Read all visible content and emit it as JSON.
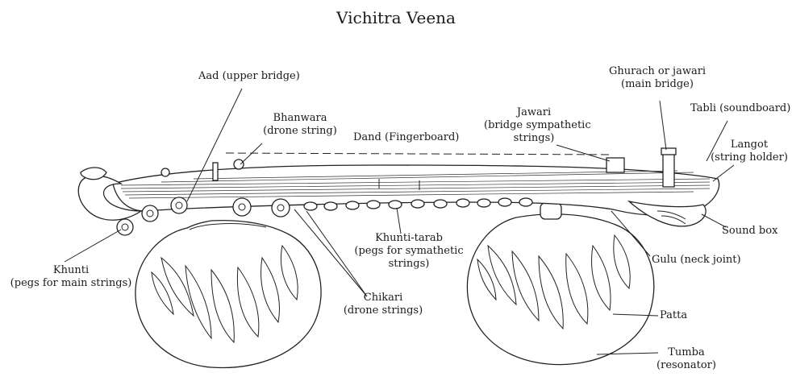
{
  "title": "Vichitra Veena",
  "labels": {
    "aad": "Aad (upper bridge)",
    "bhanwara_1": "Bhanwara",
    "bhanwara_2": "(drone string)",
    "dand": "Dand (Fingerboard)",
    "jawari_1": "Jawari",
    "jawari_2": "(bridge sympathetic",
    "jawari_3": "strings)",
    "ghurach_1": "Ghurach or jawari",
    "ghurach_2": "(main bridge)",
    "tabli": "Tabli (soundboard)",
    "langot_1": "Langot",
    "langot_2": "(string holder)",
    "soundbox": "Sound box",
    "gulu": "Gulu (neck joint)",
    "khunti_tarab_1": "Khunti-tarab",
    "khunti_tarab_2": "(pegs for symathetic",
    "khunti_tarab_3": "strings)",
    "chikari_1": "Chikari",
    "chikari_2": "(drone strings)",
    "khunti_1": "Khunti",
    "khunti_2": "(pegs for main strings)",
    "patta": "Patta",
    "tumba_1": "Tumba",
    "tumba_2": "(resonator)"
  }
}
